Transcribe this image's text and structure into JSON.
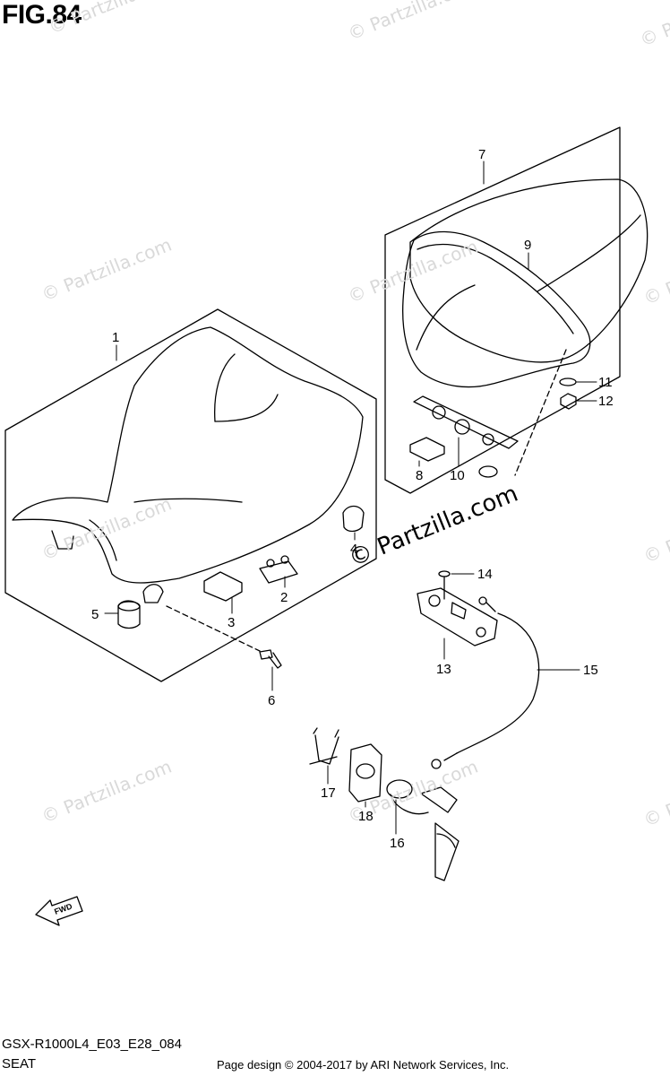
{
  "figure": {
    "title": "FIG.84"
  },
  "watermark": {
    "text": "© Partzilla.com"
  },
  "callouts": [
    "1",
    "2",
    "3",
    "4",
    "5",
    "6",
    "7",
    "8",
    "9",
    "10",
    "11",
    "12",
    "13",
    "14",
    "15",
    "16",
    "17",
    "18"
  ],
  "fwd_label": "FWD",
  "footer": {
    "model_code": "GSX-R1000L4_E03_E28_084",
    "section": "SEAT",
    "copyright": "Page design © 2004-2017 by ARI Network Services, Inc."
  }
}
